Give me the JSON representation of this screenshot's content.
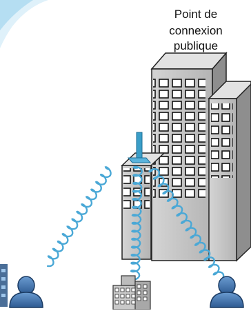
{
  "diagram": {
    "hotspot_label": [
      "Point de",
      "connexion",
      "publique"
    ],
    "colors": {
      "wave": "#5ab4dd",
      "antenna": "#3a9ec8",
      "building_front": "#c8c8c8",
      "building_side": "#8e8e8e",
      "building_top": "#e4e4e4",
      "person": "#3d6fa8"
    },
    "icons": [
      "building-icon",
      "antenna-icon",
      "person-icon",
      "office-building-icon",
      "wireless-wave-icon"
    ]
  }
}
